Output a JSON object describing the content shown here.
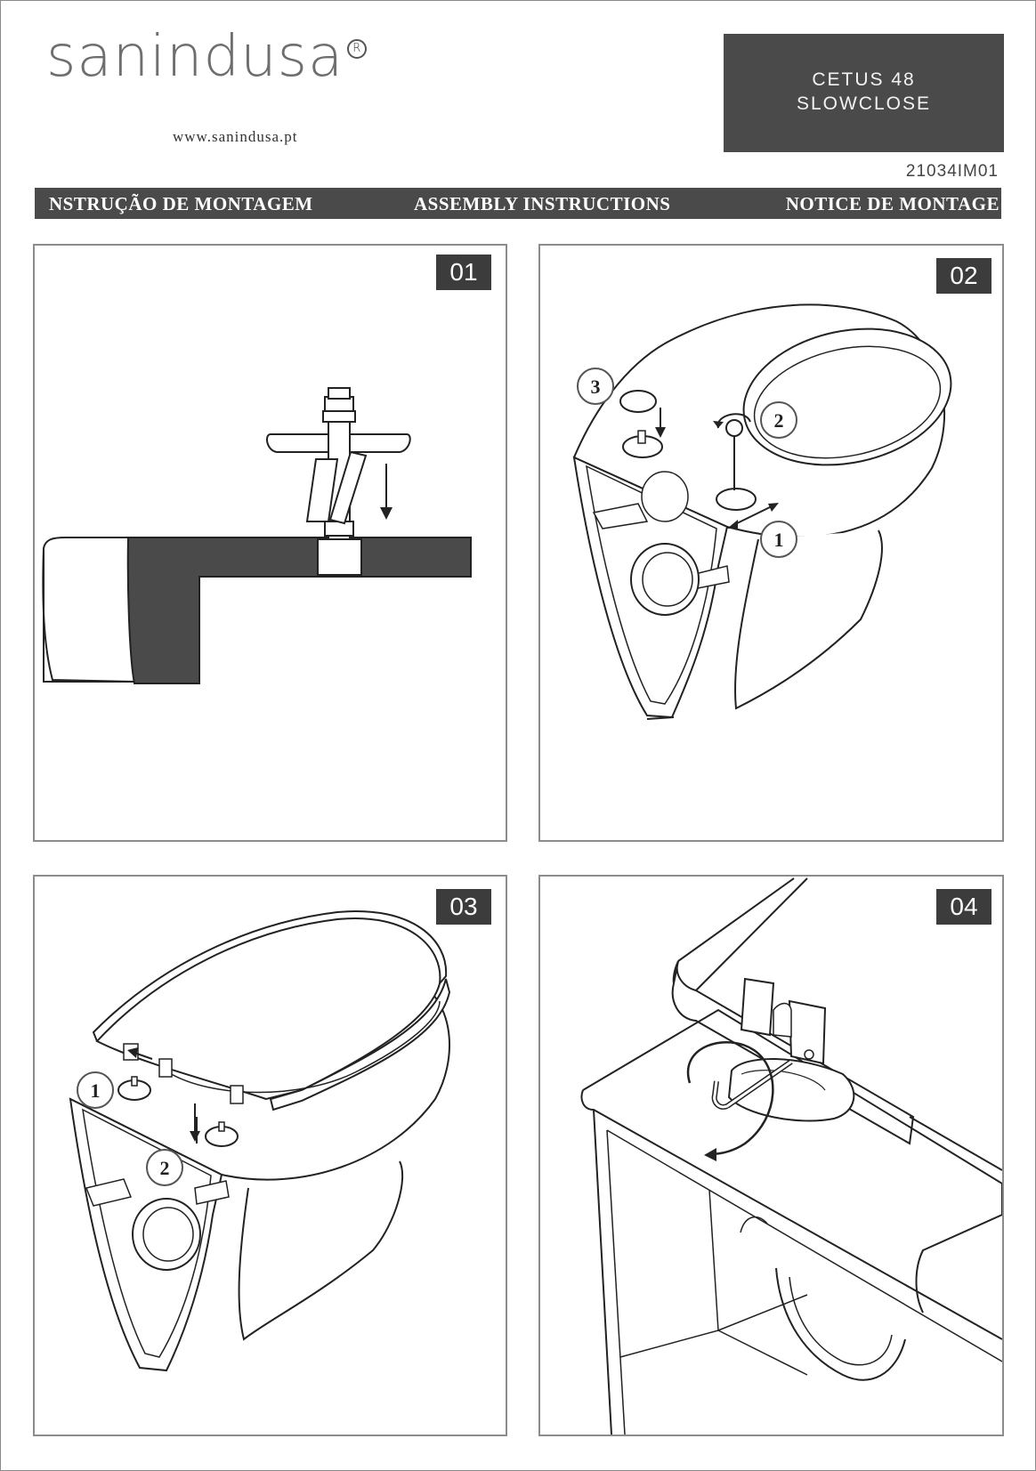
{
  "header": {
    "brand": "sanindusa",
    "registered_mark": "R",
    "website": "www.sanindusa.pt",
    "product_line1": "CETUS 48",
    "product_line2": "SLOWCLOSE",
    "doc_code": "21034IM01"
  },
  "title_bar": {
    "pt": "NSTRUÇÃO DE MONTAGEM",
    "en": "ASSEMBLY INSTRUCTIONS",
    "fr": "NOTICE DE MONTAGE"
  },
  "steps": [
    {
      "number": "01"
    },
    {
      "number": "02",
      "callouts": [
        "1",
        "2",
        "3"
      ]
    },
    {
      "number": "03",
      "callouts": [
        "1",
        "2"
      ]
    },
    {
      "number": "04"
    }
  ]
}
